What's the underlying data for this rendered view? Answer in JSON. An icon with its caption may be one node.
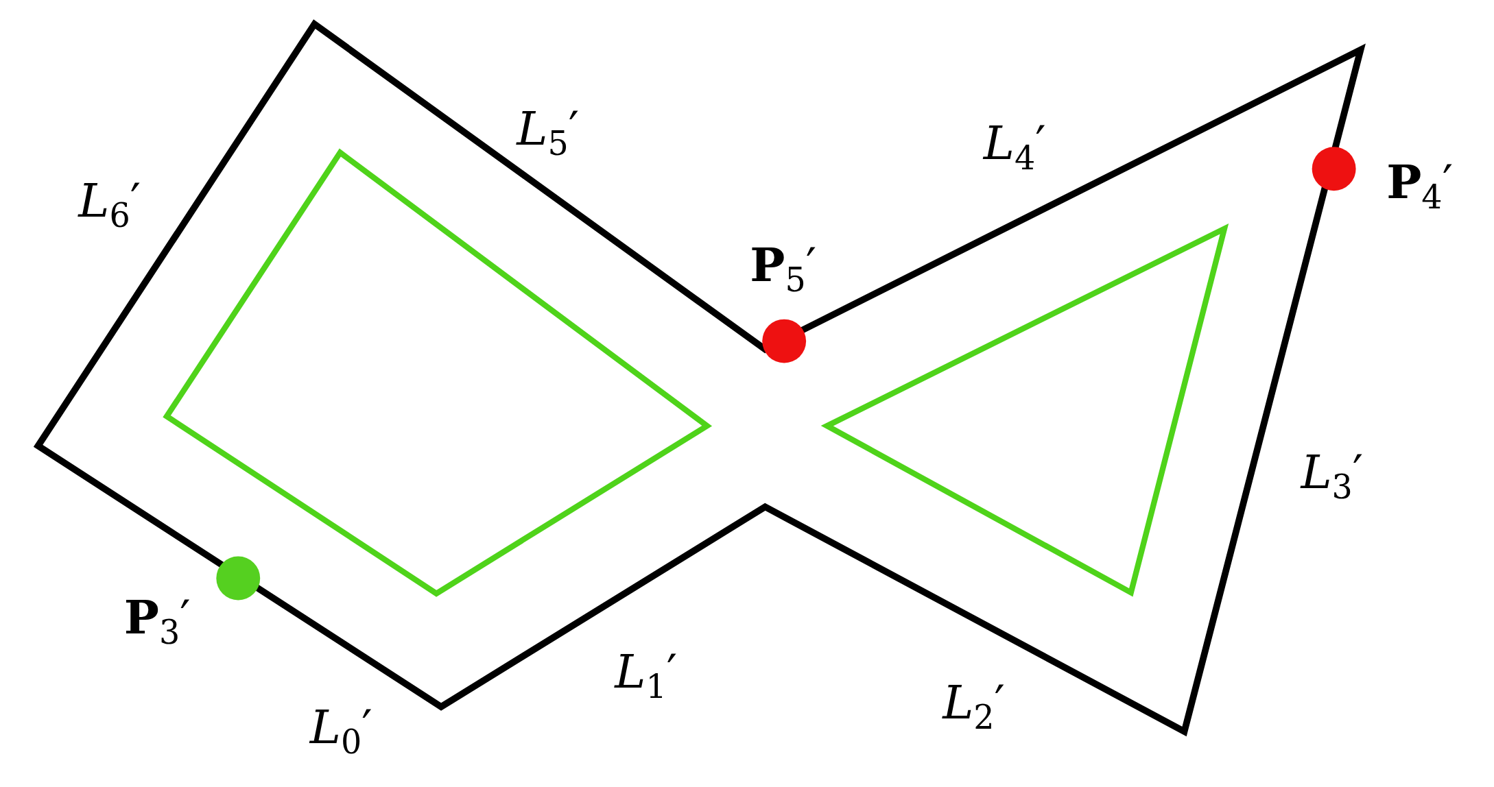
{
  "diagram": {
    "labels": [
      "*L*$_{5}$′",
      "*L*$_{4}$′",
      "*L*$_{6}$′",
      "**P**$_{4}$′",
      "**P**$_{5}$′",
      "*L*$_{3}$′",
      "**P**$_{3}$′",
      "*L*$_{1}$′",
      "*L*$_{2}$′",
      "*L*$_{0}$′"
    ]
  }
}
